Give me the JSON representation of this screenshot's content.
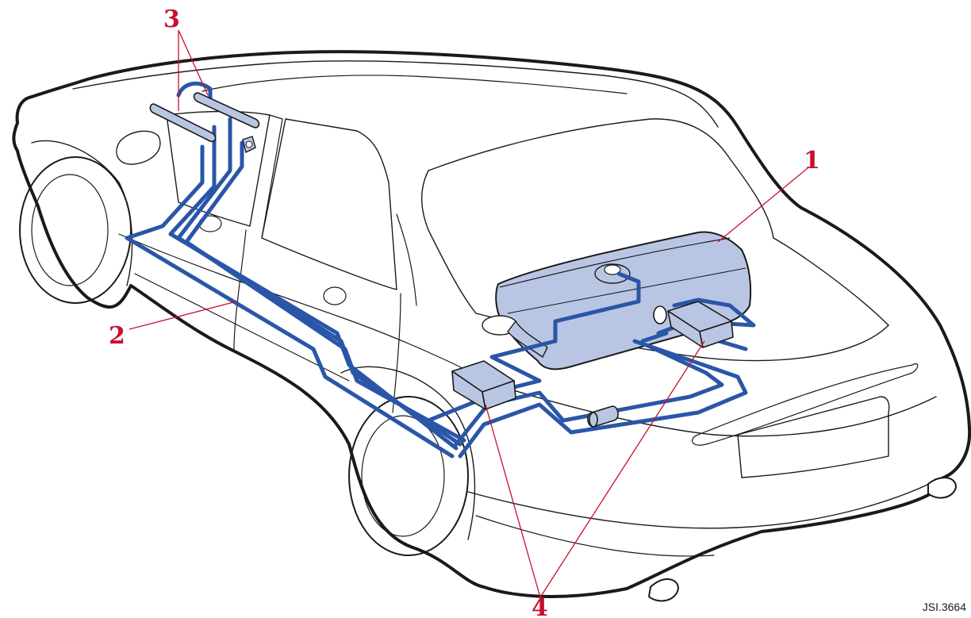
{
  "diagram": {
    "callouts": [
      {
        "id": "1",
        "label": "1"
      },
      {
        "id": "2",
        "label": "2"
      },
      {
        "id": "3",
        "label": "3"
      },
      {
        "id": "4",
        "label": "4"
      }
    ],
    "reference_code": "JSI.3664"
  },
  "colors": {
    "outline": "#1a1a1a",
    "pipe": "#2a56a8",
    "tank_fill": "#b9c6e3",
    "callout": "#c8102e"
  }
}
